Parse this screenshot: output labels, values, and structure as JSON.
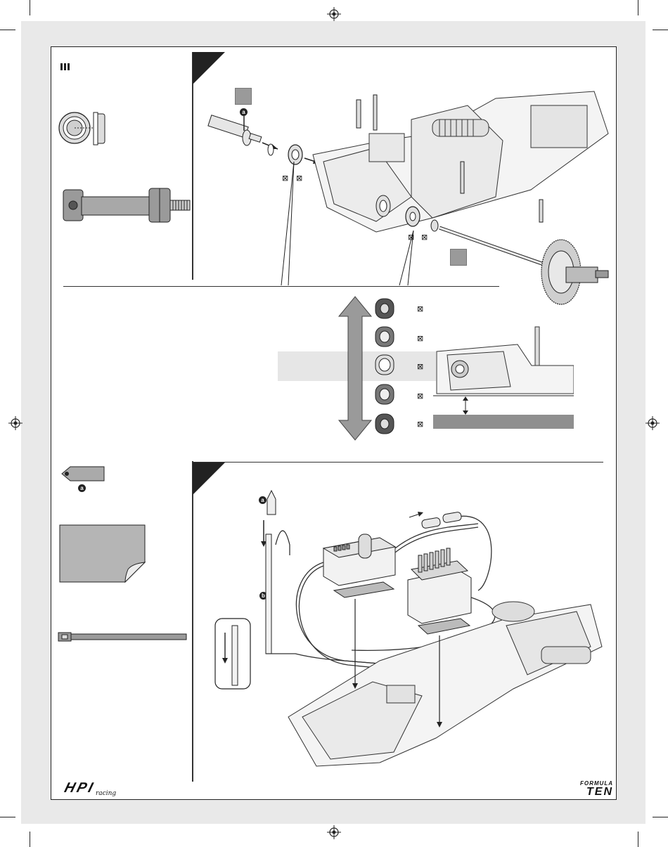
{
  "parts_panel_1": {
    "count_label": "",
    "bearing_icon": "bearing-icon",
    "standoff_icon": "threaded-standoff-icon"
  },
  "step_a": {
    "callout_top": "",
    "callout_bottom": "",
    "washer_marks_left": [
      "⊠",
      "⊠"
    ],
    "washer_marks_right": [
      "⊠",
      "⊠"
    ],
    "part_letter": "a"
  },
  "ride_height_scale": {
    "marks": [
      "⊠",
      "⊠",
      "⊠",
      "⊠",
      "⊠"
    ]
  },
  "parts_panel_2": {
    "antenna_cap_letter": "a",
    "tape_icon": "double-sided-tape-icon",
    "zip_tie_icon": "zip-tie-icon"
  },
  "step_b": {
    "letter_a": "a",
    "letter_b": "b"
  },
  "footer": {
    "left_logo": "HPI",
    "left_logo_sub": "racing",
    "right_logo_top": "FORMULA",
    "right_logo_bottom": "TEN"
  },
  "colors": {
    "border": "#222222",
    "sheet_bg": "#e9e9e9",
    "accent_gray": "#9a9a9a",
    "highlight_band": "#e6e6e6"
  }
}
